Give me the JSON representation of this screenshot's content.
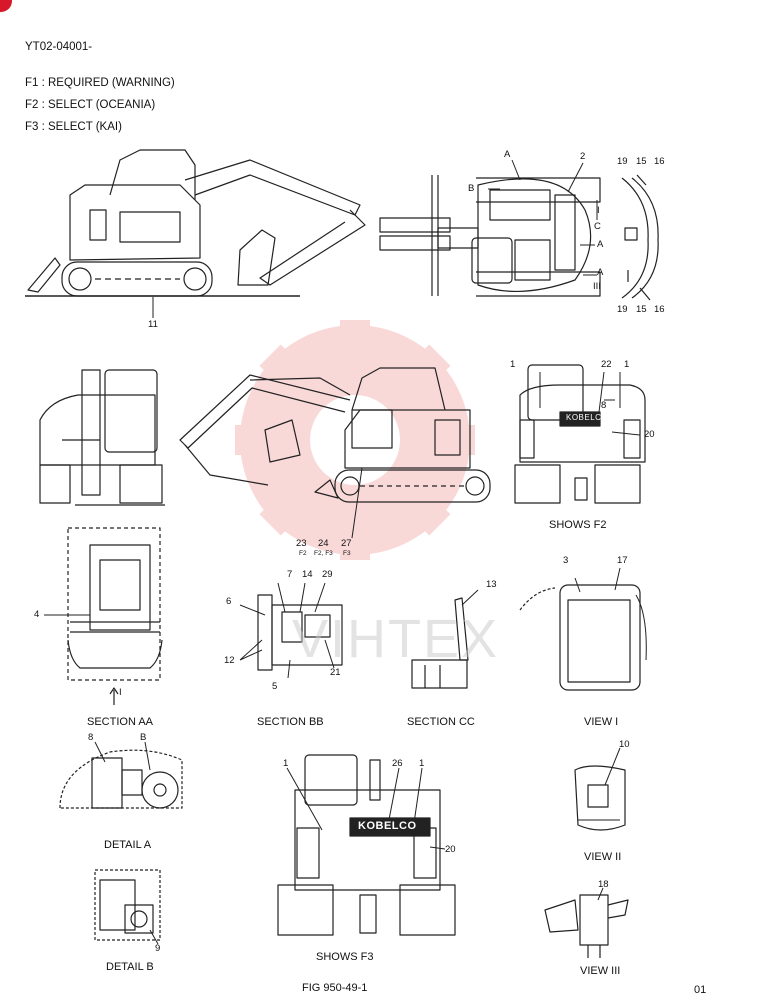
{
  "header": {
    "doc_code": "YT02-04001-",
    "f1": "F1 :  REQUIRED (WARNING)",
    "f2": "F2 :  SELECT (OCEANIA)",
    "f3": "F3 :   SELECT (KAI)"
  },
  "watermark": "VIHTEX",
  "captions": {
    "section_aa": "SECTION AA",
    "section_bb": "SECTION BB",
    "section_cc": "SECTION CC",
    "view_1": "VIEW I",
    "view_2": "VIEW II",
    "view_3": "VIEW III",
    "detail_a": "DETAIL A",
    "detail_b": "DETAIL B",
    "shows_f2": "SHOWS F2",
    "shows_f3": "SHOWS F3"
  },
  "view_markers": {
    "a_top": "A",
    "b_left": "B",
    "c_right": "C",
    "i_right": "I",
    "a_right1": "A",
    "a_right2": "A",
    "iii_right": "III",
    "b_detail": "B",
    "i_arrow": "I"
  },
  "callouts": {
    "n11": "11",
    "n2": "2",
    "n19a": "19",
    "n15a": "15",
    "n16a": "16",
    "n19b": "19",
    "n15b": "15",
    "n16b": "16",
    "n1a": "1",
    "n22": "22",
    "n1b": "1",
    "n8a": "8",
    "n20a": "20",
    "n23": "23",
    "n24": "24",
    "n27": "27",
    "f23": "F2",
    "f24": "F2, F3",
    "f27": "F3",
    "n4": "4",
    "n3": "3",
    "n17": "17",
    "n7": "7",
    "n14": "14",
    "n29": "29",
    "n6": "6",
    "n12": "12",
    "n5": "5",
    "n21": "21",
    "n13": "13",
    "n10": "10",
    "n8b": "8",
    "n9": "9",
    "n1c": "1",
    "n26": "26",
    "n1d": "1",
    "n20b": "20",
    "n18": "18"
  },
  "brand": {
    "kobelco": "KOBELCO"
  },
  "footer": {
    "fig": "FIG 950-49-1",
    "page": "01"
  }
}
